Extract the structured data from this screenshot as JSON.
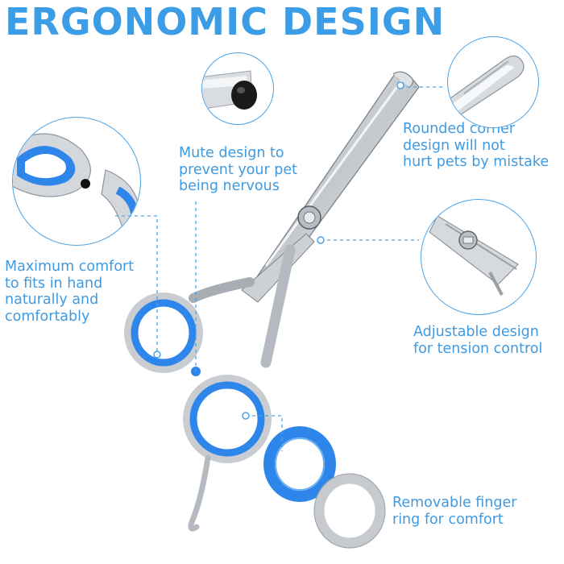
{
  "title": "ERGONOMIC DESIGN",
  "features": {
    "mute": "Mute design to\nprevent your pet\nbeing nervous",
    "rounded": "Rounded corner\ndesign will not\nhurt pets by mistake",
    "comfort": "Maximum comfort\nto fits in hand\nnaturally and\ncomfortably",
    "adjustable": "Adjustable design\nfor tension control",
    "removable": "Removable finger\nring for comfort"
  },
  "colors": {
    "accent": "#3a9de6",
    "ring": "#2f7fe3",
    "steel": "#cfd3d8"
  },
  "icons": [
    "scissors-image",
    "rubber-bumper-icon",
    "rounded-tip-icon",
    "finger-ring-icon",
    "tension-screw-icon",
    "removable-ring-icon"
  ]
}
